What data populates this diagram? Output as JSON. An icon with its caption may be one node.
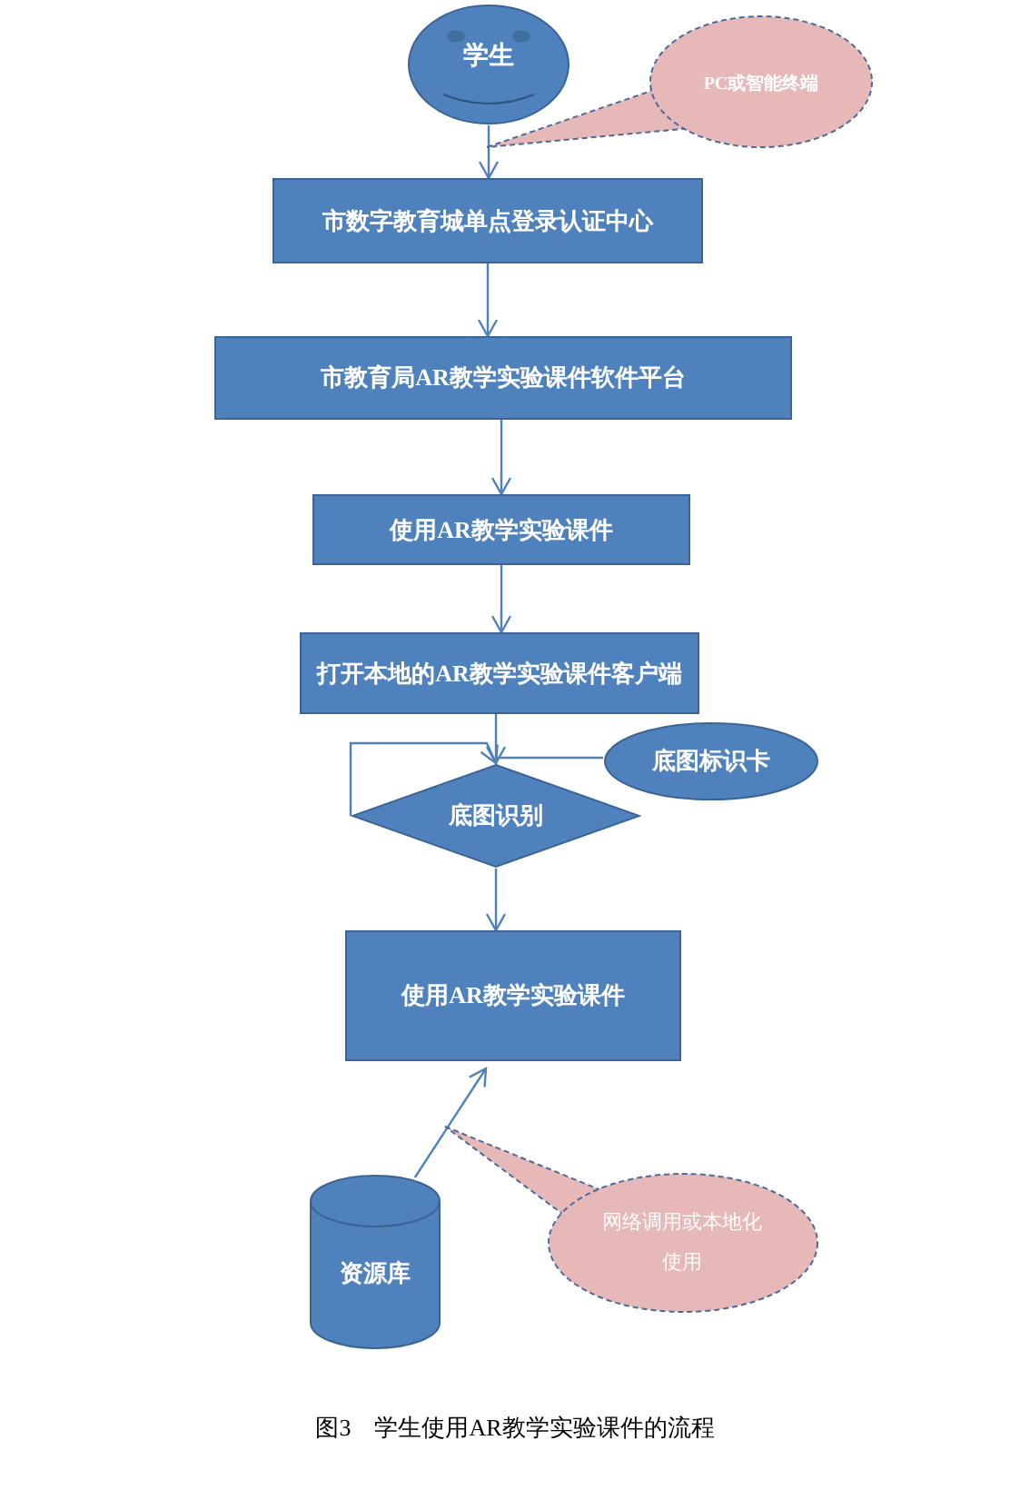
{
  "diagram": {
    "caption": "图3　学生使用AR教学实验课件的流程",
    "nodes": [
      {
        "text": [
          "学生"
        ]
      },
      {
        "text": [
          "PC或智能终端"
        ]
      },
      {
        "text": [
          "市数字教育城单点登录认证中心"
        ]
      },
      {
        "text": [
          "市教育局AR教学实验课件软件平台"
        ]
      },
      {
        "text": [
          "使用AR教学实验课件"
        ]
      },
      {
        "text": [
          "打开本地的AR教学实验课件客户端"
        ]
      },
      {
        "text": [
          "底图识别"
        ]
      },
      {
        "text": [
          "底图标识卡"
        ]
      },
      {
        "text": [
          "使用AR教学实验课件"
        ]
      },
      {
        "text": [
          "资源库"
        ]
      },
      {
        "text": [
          "网络调用或本地化使用"
        ]
      }
    ],
    "edges": [
      {
        "from": 0,
        "to": 2,
        "arrow": "to"
      },
      {
        "from": 2,
        "to": 3,
        "arrow": "to"
      },
      {
        "from": 3,
        "to": 4,
        "arrow": "to"
      },
      {
        "from": 4,
        "to": 5,
        "arrow": "to"
      },
      {
        "from": 5,
        "to": 6,
        "arrow": "to"
      },
      {
        "from": 6,
        "to": 6,
        "arrow": "to"
      },
      {
        "from": 7,
        "to": 6,
        "arrow": "none"
      },
      {
        "from": 6,
        "to": 8,
        "arrow": "to"
      },
      {
        "from": 9,
        "to": 8,
        "arrow": "to"
      }
    ]
  }
}
